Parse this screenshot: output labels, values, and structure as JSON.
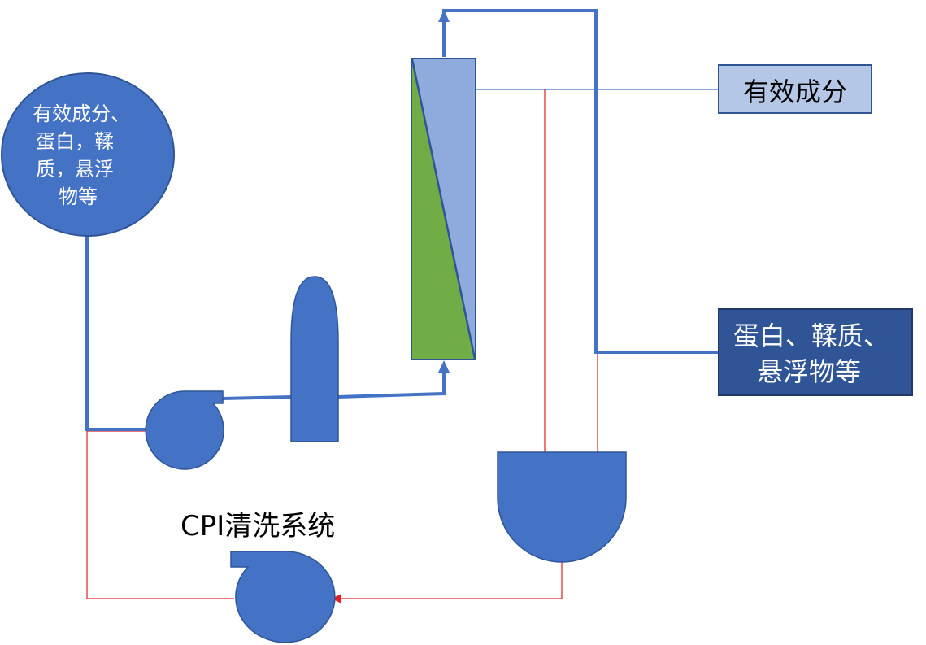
{
  "labels": {
    "feed": [
      "有效成分、",
      "蛋白，鞣",
      "质，悬浮",
      "物等"
    ],
    "permeate_output": "有效成分",
    "retentate_output": [
      "蛋白、鞣质、",
      "悬浮物等"
    ],
    "cleaning_system": "CPI清洗系统"
  },
  "colors": {
    "process_blue": "#4472c4",
    "dark_blue_box": "#2f5597",
    "light_blue_box": "#b4c7e7",
    "membrane_light": "#8faadc",
    "membrane_green": "#70ad47",
    "cleaning_line_red": "#e02020",
    "background": "#ffffff"
  }
}
